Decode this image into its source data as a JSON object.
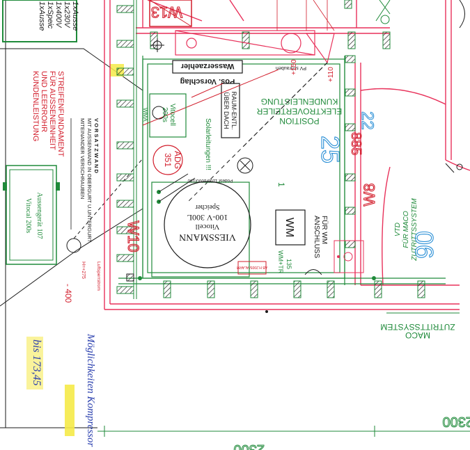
{
  "colors": {
    "wall": "#e8315a",
    "structure": "#1f8a3a",
    "dimension": "#2a8fd6",
    "annotation": "#d21d2b",
    "ink": "#1a1a1a",
    "handwriting": "#2a3fae",
    "highlight": "#f5ea48"
  },
  "legend_top_left": [
    "1xAusse",
    "1x230V",
    "1x400V",
    "1xSpeic",
    "1xAusse"
  ],
  "notes": {
    "streifenfundament": [
      "STREIFENFUNDAMENT",
      "FÜR AUSSENEINHEIT",
      "UND LEERROHR",
      "KUNDENLEISTUNG"
    ],
    "vorsatzwand": [
      "V O R S A T Z W A N D",
      "MIT AUSSENWAND IN OBERGURT U.UNTERGURT",
      "MITEINANDER VERSCHRAUBEN"
    ],
    "vitocal_box": [
      "Vitocal 200s",
      "Aussengerät 107"
    ],
    "hoehe_top": "H=+275",
    "hoehe_bottom": "Luftsperrstrom",
    "dim_400": "- 400",
    "handwritten_note": "Möglichkeiten Kompressor",
    "handwritten_number": "bis 173,45"
  },
  "room": {
    "wall_label_top": "W13",
    "wall_label_right": "W8",
    "wall_label_left": "W10",
    "wasserzaehler": "Wasserzaehler",
    "pos_vorschlag": "Pos. Vorschlag",
    "raum_entl": [
      "RAUM-ENTL.",
      "ÜBER DACH"
    ],
    "solarleitungen": "Solarleitungen !!!",
    "position_lines": [
      "POSITION",
      "ELEKTROVERTEILER",
      "KUNDENLEISTUNG"
    ],
    "pv_schrauben": "PV schrauben",
    "dim_150": "+150",
    "dim_110": "+110",
    "adg": [
      "351",
      "ADG"
    ],
    "vitocell_small": [
      "Vitocell",
      "200s"
    ],
    "room_number": "25",
    "room_number_small": "1",
    "storage": [
      "VIESSMANN",
      "Vitocell",
      "100-V 300L",
      "Speicher"
    ],
    "storage_pedestal": "Podest 1100/1000/180",
    "wm_label": "WM",
    "wm_anschluss": [
      "ANSCHLUSS",
      "FÜR WM"
    ],
    "wm_tr": "WM+TR",
    "dim_135": "135",
    "dim_885": "885",
    "dim_22": "22",
    "pink_note": "AB H.2005/ ALARM",
    "wm_unit_small": "WMA"
  },
  "side_right": {
    "vtd": [
      "VTD",
      "FÜR MACO",
      "ZUTRITTSSYSTEM"
    ],
    "number_90": "90",
    "maco_bottom": [
      "MACO",
      "ZUTRITTSSYSTEM"
    ]
  },
  "bottom": {
    "dim_2300": "2300",
    "dim_partial": "2300"
  }
}
